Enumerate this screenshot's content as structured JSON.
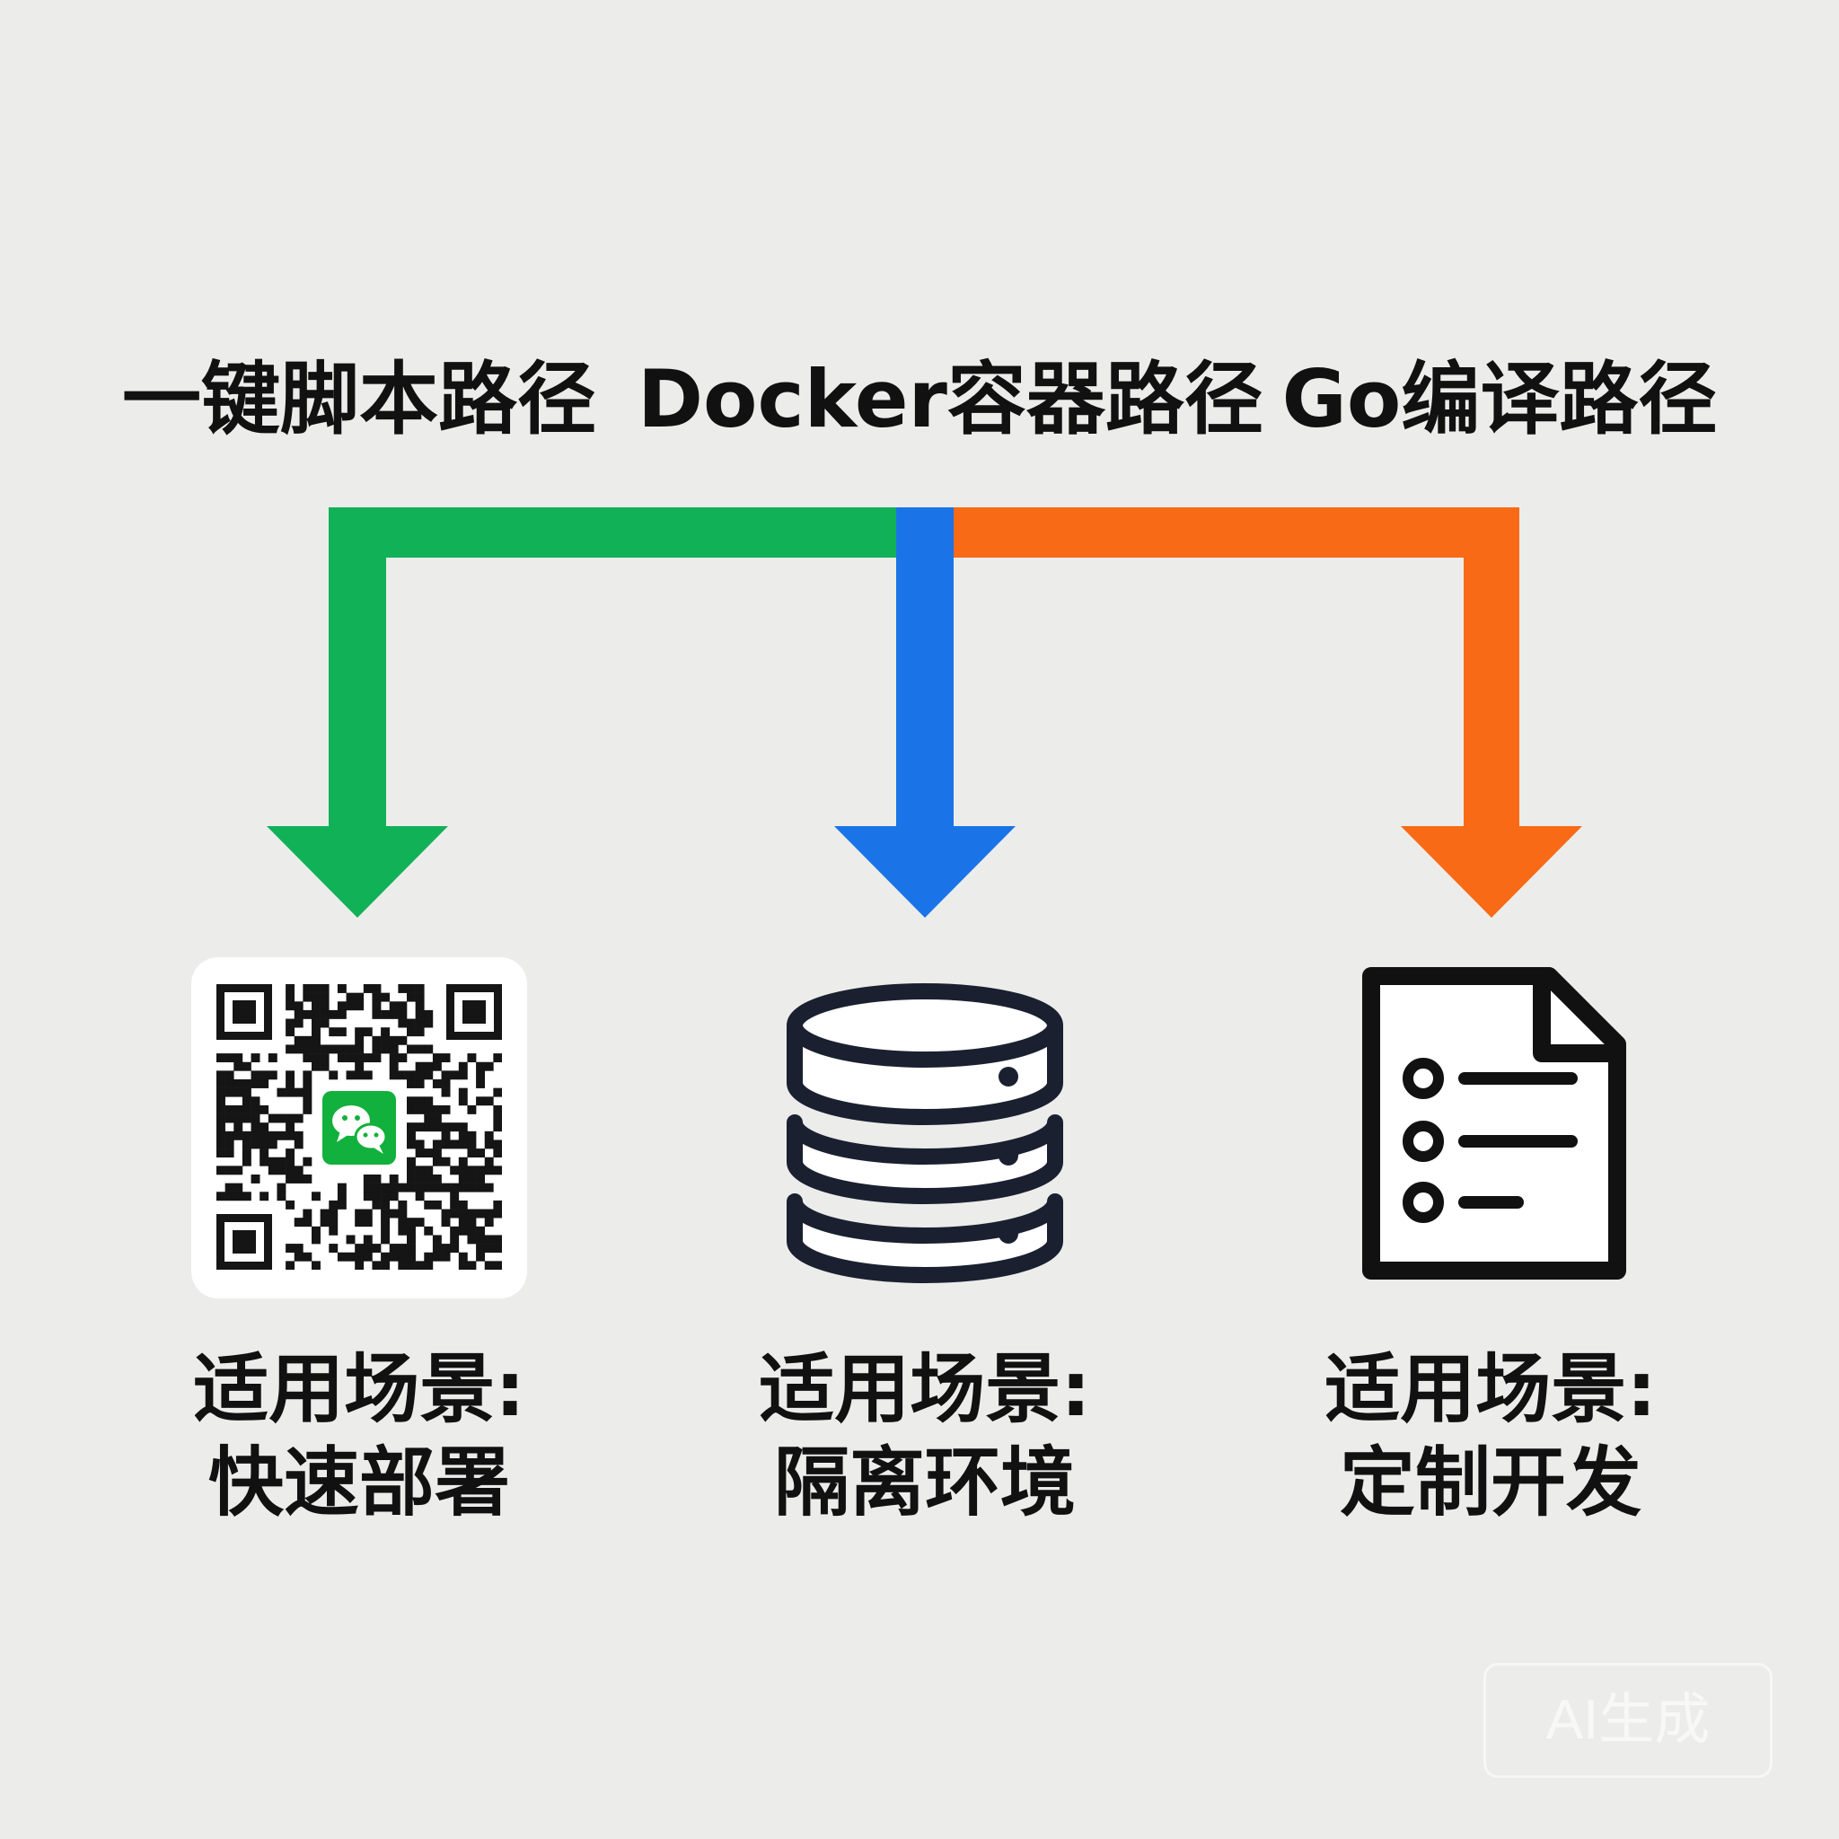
{
  "paths": [
    {
      "title": "一键脚本路径",
      "color": "#11b157",
      "caption_line1": "适用场景:",
      "caption_line2": "快速部署",
      "icon": "wechat-qr-code-icon"
    },
    {
      "title": "Docker容器路径",
      "color": "#1a74e8",
      "caption_line1": "适用场景:",
      "caption_line2": "隔离环境",
      "icon": "database-icon"
    },
    {
      "title": "Go编译路径",
      "color": "#f86a16",
      "caption_line1": "适用场景:",
      "caption_line2": "定制开发",
      "icon": "document-list-icon"
    }
  ],
  "watermark": "AI生成"
}
